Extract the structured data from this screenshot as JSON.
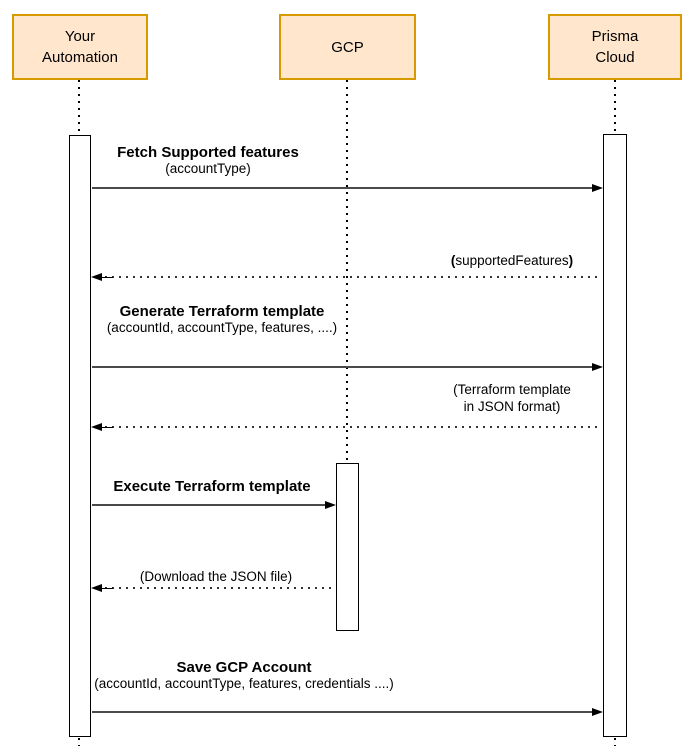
{
  "actors": [
    {
      "name": "Your\nAutomation"
    },
    {
      "name": "GCP"
    },
    {
      "name": "Prisma\nCloud"
    }
  ],
  "messages": [
    {
      "title": "Fetch Supported features",
      "params": "(accountType)",
      "from": "Your Automation",
      "to": "Prisma Cloud",
      "style": "solid"
    },
    {
      "paren_open": "(",
      "text": "supportedFeatures",
      "paren_close": ")",
      "from": "Prisma Cloud",
      "to": "Your Automation",
      "style": "dashed"
    },
    {
      "title": "Generate Terraform template",
      "params": "(accountId, accountType, features, ....)",
      "from": "Your Automation",
      "to": "Prisma Cloud",
      "style": "solid"
    },
    {
      "text": "(Terraform template\nin JSON format)",
      "from": "Prisma Cloud",
      "to": "Your Automation",
      "style": "dashed"
    },
    {
      "title": "Execute Terraform template",
      "from": "Your Automation",
      "to": "GCP",
      "style": "solid"
    },
    {
      "text": "(Download the JSON file)",
      "from": "GCP",
      "to": "Your Automation",
      "style": "dashed"
    },
    {
      "title": "Save GCP Account",
      "params": "(accountId, accountType, features, credentials ....)",
      "from": "Your Automation",
      "to": "Prisma Cloud",
      "style": "solid"
    }
  ],
  "colors": {
    "actor_fill": "#ffe6cc",
    "actor_border": "#d79b00",
    "line": "#4a4a4a",
    "text": "#000000"
  }
}
